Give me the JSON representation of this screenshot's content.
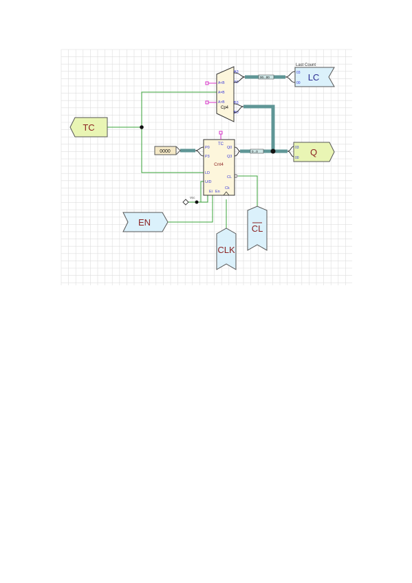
{
  "colors": {
    "grid": "#dddddd",
    "wire": "#3aa63a",
    "bus": "#5f9696",
    "pin_text": "#3a3ad8",
    "label_text": "#8a1f1f",
    "io_green": "#e9f5b4",
    "io_blue": "#dbf1fb",
    "body": "#fdf6dc",
    "const_fill": "#f4e8c6",
    "magenta": "#d833c8"
  },
  "ports": {
    "tc": "TC",
    "lc": "LC",
    "lc_caption": "Last Count",
    "q": "Q",
    "en": "EN",
    "clk": "CLK",
    "cl": "CL"
  },
  "comparator": {
    "name": "Cp4",
    "pins_in": [
      "A<B",
      "A=B",
      "A>B"
    ],
    "pins_right": [
      "A3",
      "A0",
      "B3",
      "B0"
    ]
  },
  "counter": {
    "name": "Cnt4",
    "tc_pin": "TC",
    "pins_left": [
      "P0",
      "P3",
      "LD",
      "U/D"
    ],
    "pins_right": [
      "Q0",
      "Q3",
      "CL"
    ],
    "pins_bottom": [
      "Ei",
      "En",
      "Ck"
    ]
  },
  "constant": {
    "value": "0000"
  },
  "bus_labels": {
    "lc": "00...00",
    "q": "0...0"
  },
  "lc_port_pins": [
    "03",
    "00"
  ],
  "q_port_pins": [
    "03",
    "00"
  ],
  "vcc_label": "Vcc"
}
